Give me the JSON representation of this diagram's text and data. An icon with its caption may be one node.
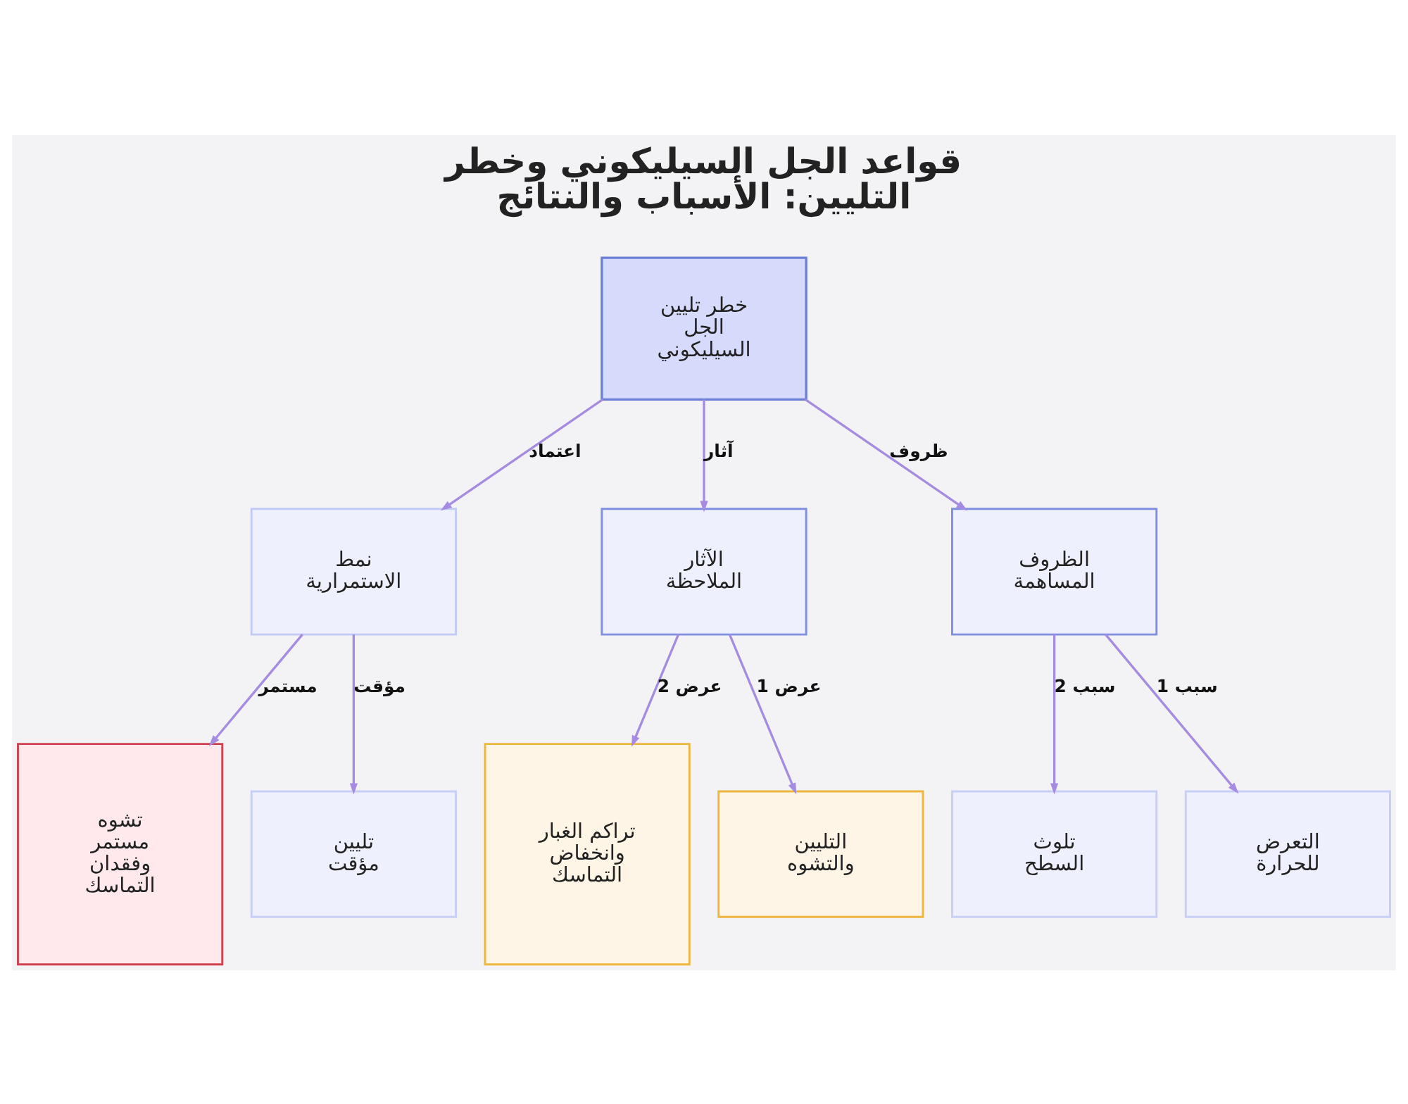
{
  "diagram": {
    "title": "قواعد الجل السيليكوني وخطر التليين: الأسباب والنتائج",
    "nodes": [
      {
        "text": [
          "خطر تليين الجل السيليكوني"
        ]
      },
      {
        "text": [
          "الظروف المساهمة"
        ]
      },
      {
        "text": [
          "الآثار الملاحظة"
        ]
      },
      {
        "text": [
          "نمط الاستمرارية"
        ]
      },
      {
        "text": [
          "التعرض للحرارة"
        ]
      },
      {
        "text": [
          "تلوث السطح"
        ]
      },
      {
        "text": [
          "التليين والتشوه"
        ]
      },
      {
        "text": [
          "تراكم الغبار وانخفاض التماسك"
        ]
      },
      {
        "text": [
          "تليين مؤقت"
        ]
      },
      {
        "text": [
          "تشوه مستمر وفقدان التماسك"
        ]
      }
    ],
    "edges": [
      {
        "from": 0,
        "to": 1,
        "arrow": "to",
        "label": "ظروف"
      },
      {
        "from": 0,
        "to": 2,
        "arrow": "to",
        "label": "آثار"
      },
      {
        "from": 0,
        "to": 3,
        "arrow": "to",
        "label": "اعتماد"
      },
      {
        "from": 1,
        "to": 4,
        "arrow": "to",
        "label": "سبب 1"
      },
      {
        "from": 1,
        "to": 5,
        "arrow": "to",
        "label": "سبب 2"
      },
      {
        "from": 2,
        "to": 6,
        "arrow": "to",
        "label": "عرض 1"
      },
      {
        "from": 2,
        "to": 7,
        "arrow": "to",
        "label": "عرض 2"
      },
      {
        "from": 3,
        "to": 8,
        "arrow": "to",
        "label": "مؤقت"
      },
      {
        "from": 3,
        "to": 9,
        "arrow": "to",
        "label": "مستمر"
      }
    ]
  }
}
